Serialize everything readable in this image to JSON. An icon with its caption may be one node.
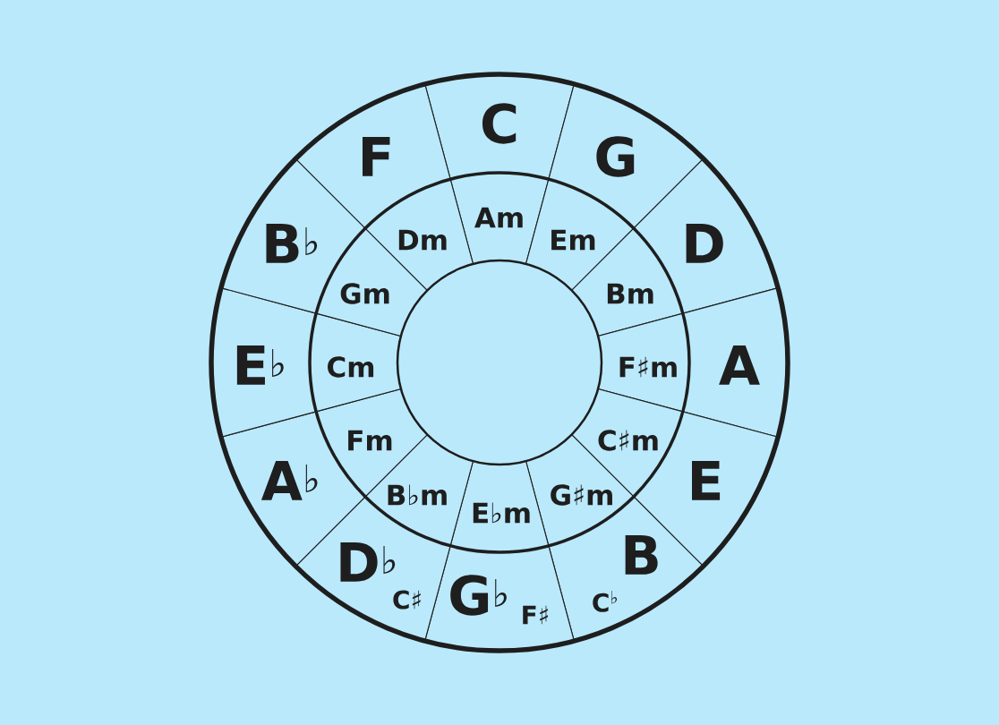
{
  "diagram": {
    "nodes": [
      {
        "text": [
          "C"
        ]
      },
      {
        "text": [
          "G"
        ]
      },
      {
        "text": [
          "D"
        ]
      },
      {
        "text": [
          "A"
        ]
      },
      {
        "text": [
          "E"
        ]
      },
      {
        "text": [
          "B",
          "C$^{♭}$"
        ]
      },
      {
        "text": [
          "G$^{♭}$",
          "F♯"
        ]
      },
      {
        "text": [
          "D$^{♭}$",
          "C♯"
        ]
      },
      {
        "text": [
          "A$^{♭}$"
        ]
      },
      {
        "text": [
          "E$^{♭}$"
        ]
      },
      {
        "text": [
          "B$^{♭}$"
        ]
      },
      {
        "text": [
          "F"
        ]
      },
      {
        "text": [
          "Am"
        ]
      },
      {
        "text": [
          "Em"
        ]
      },
      {
        "text": [
          "Bm"
        ]
      },
      {
        "text": [
          "F♯m"
        ]
      },
      {
        "text": [
          "C♯m"
        ]
      },
      {
        "text": [
          "G♯m"
        ]
      },
      {
        "text": [
          "E♭m"
        ]
      },
      {
        "text": [
          "B♭m"
        ]
      },
      {
        "text": [
          "Fm"
        ]
      },
      {
        "text": [
          "Cm"
        ]
      },
      {
        "text": [
          "Gm"
        ]
      },
      {
        "text": [
          "Dm"
        ]
      },
      {
        "text": [],
        "shape": "circle"
      }
    ]
  }
}
